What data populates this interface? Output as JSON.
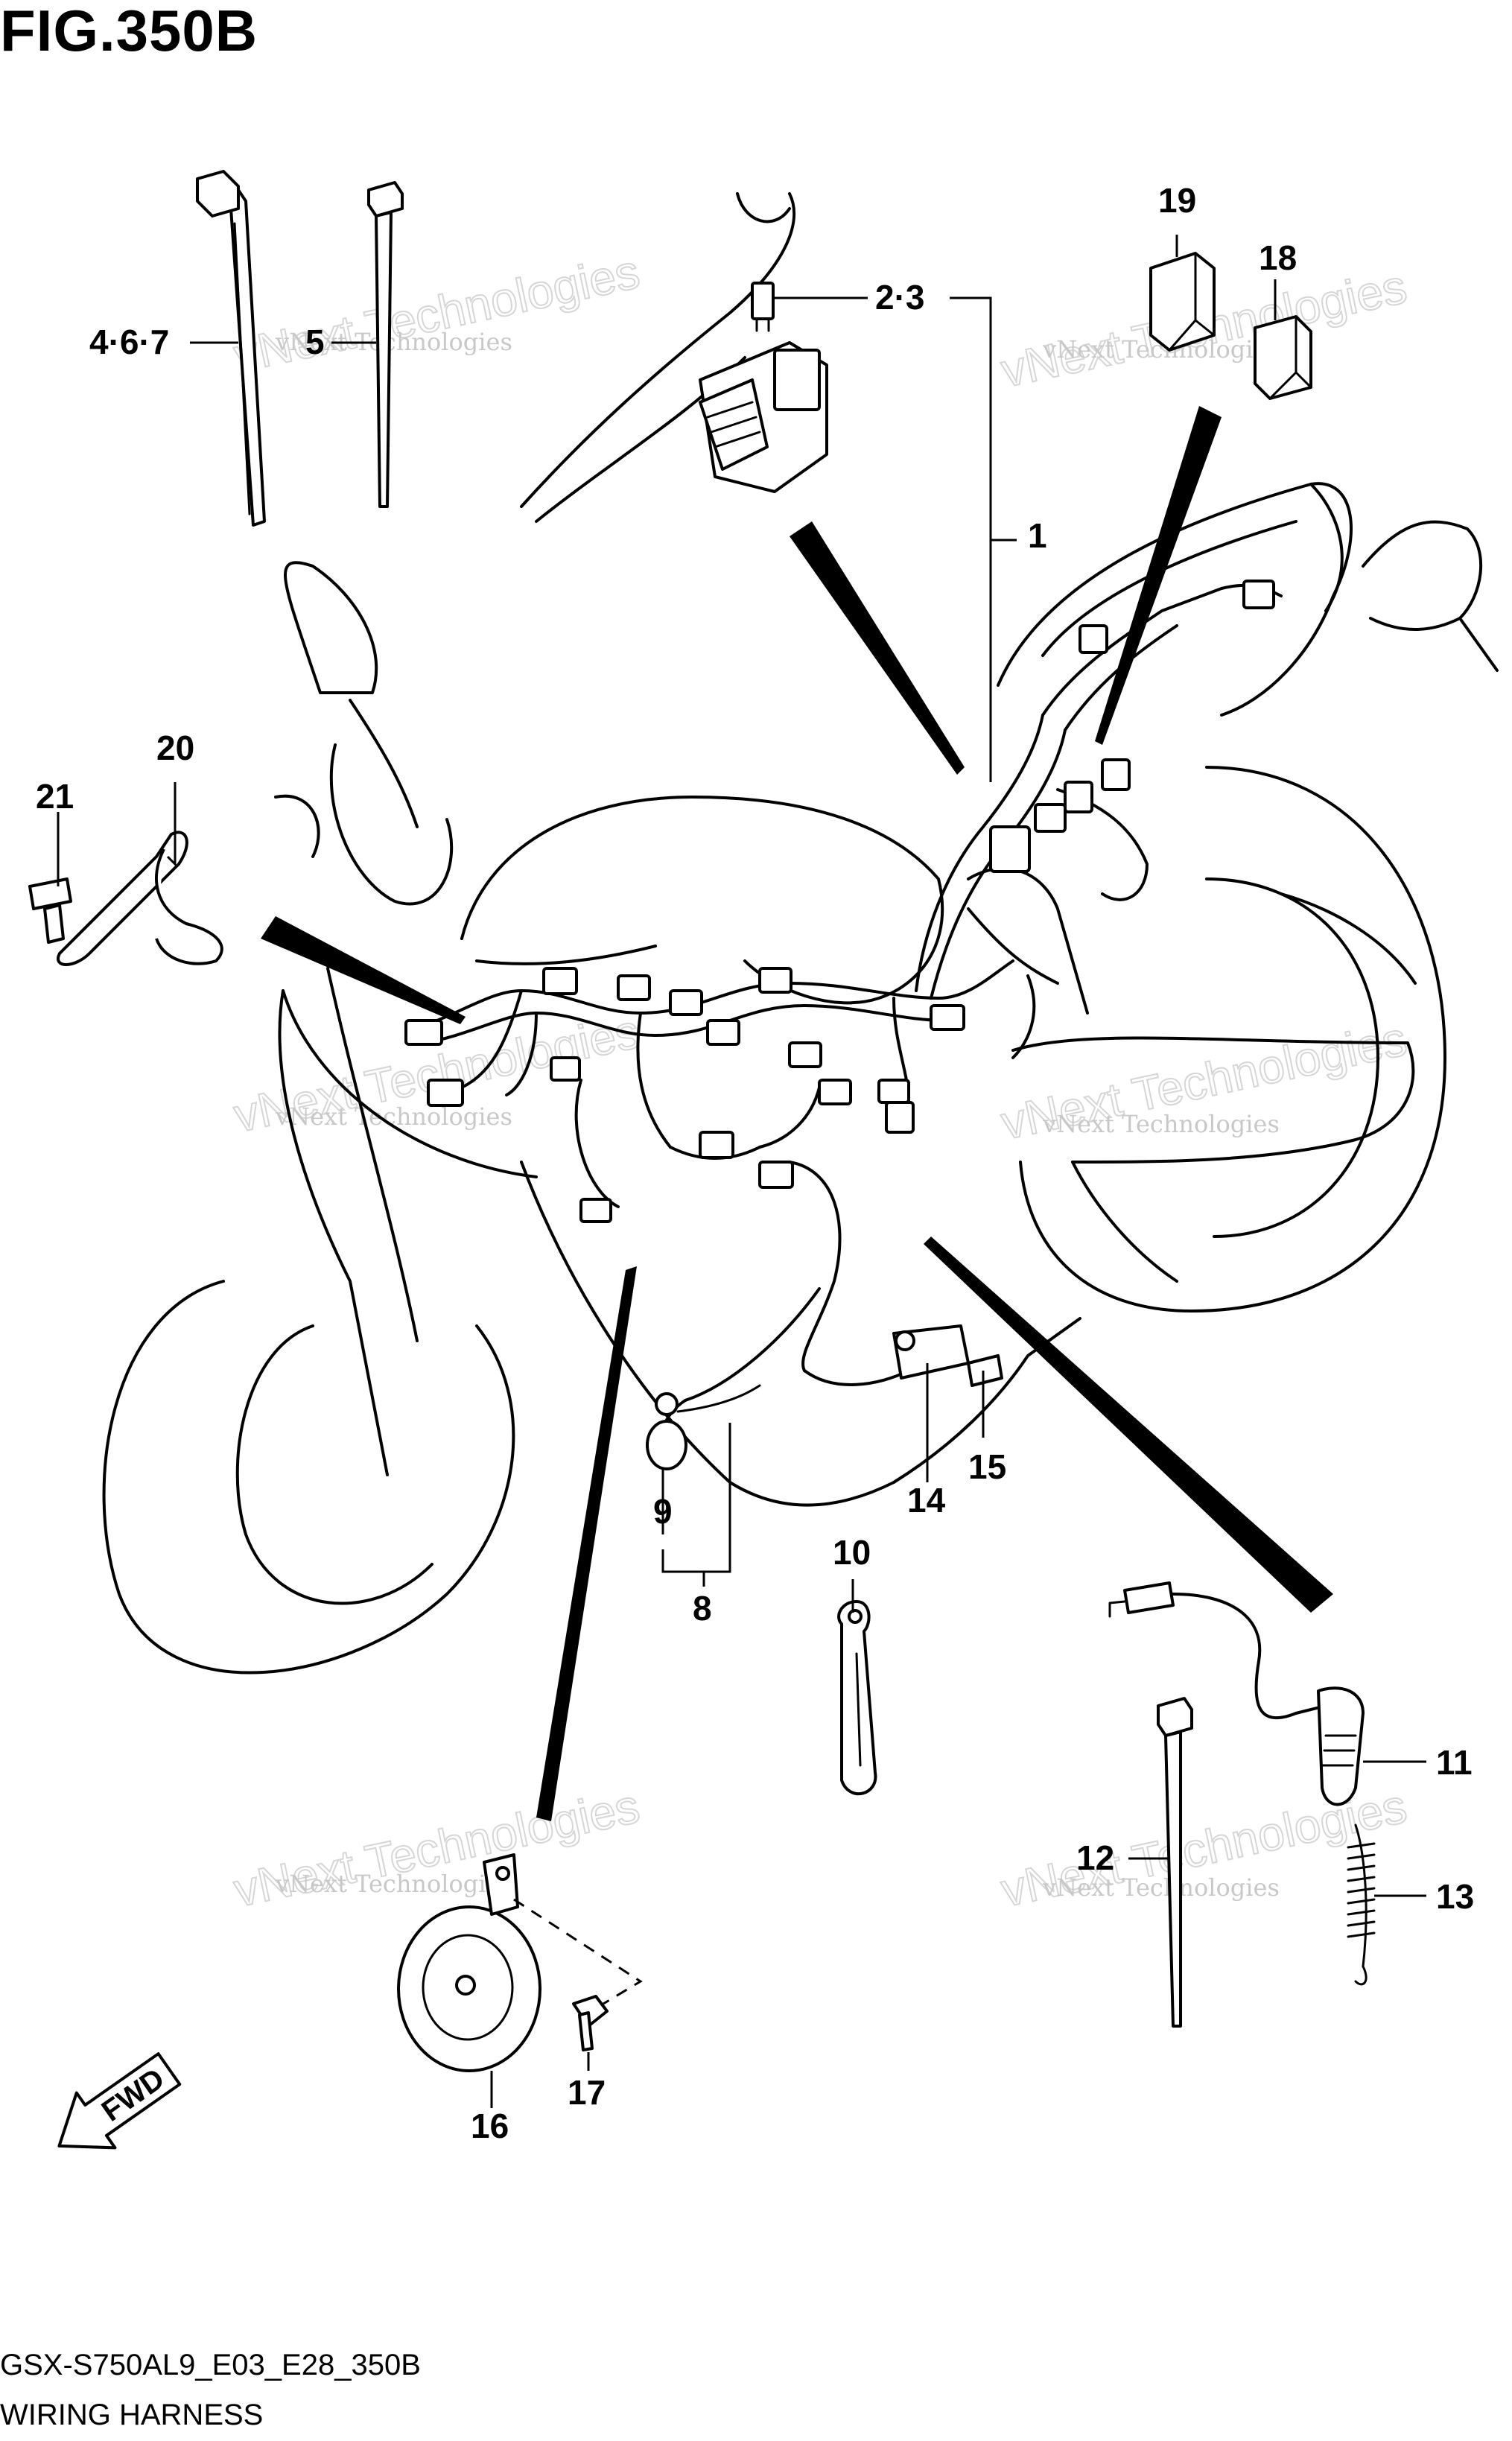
{
  "figure": {
    "title": "FIG.350B",
    "code": "GSX-S750AL9_E03_E28_350B",
    "name": "WIRING HARNESS"
  },
  "callouts": [
    {
      "id": "c1",
      "label": "1"
    },
    {
      "id": "c23",
      "label": "2·3"
    },
    {
      "id": "c467",
      "label": "4·6·7"
    },
    {
      "id": "c5",
      "label": "5"
    },
    {
      "id": "c8",
      "label": "8"
    },
    {
      "id": "c9",
      "label": "9"
    },
    {
      "id": "c10",
      "label": "10"
    },
    {
      "id": "c11",
      "label": "11"
    },
    {
      "id": "c12",
      "label": "12"
    },
    {
      "id": "c13",
      "label": "13"
    },
    {
      "id": "c14",
      "label": "14"
    },
    {
      "id": "c15",
      "label": "15"
    },
    {
      "id": "c16",
      "label": "16"
    },
    {
      "id": "c17",
      "label": "17"
    },
    {
      "id": "c18",
      "label": "18"
    },
    {
      "id": "c19",
      "label": "19"
    },
    {
      "id": "c20",
      "label": "20"
    },
    {
      "id": "c21",
      "label": "21"
    }
  ],
  "watermark": {
    "line1": "vNext Technologies",
    "line2": "vNext Technologies"
  },
  "direction_arrow": {
    "label": "FWD",
    "icon": "fwd-arrow-icon"
  },
  "colors": {
    "ink": "#000000",
    "paper": "#ffffff",
    "watermark": "#c8c8c8"
  }
}
